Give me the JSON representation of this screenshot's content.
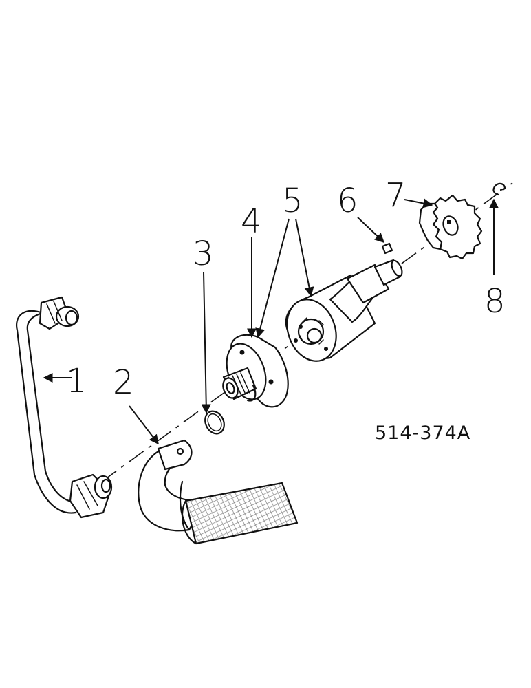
{
  "callouts": {
    "c1": "1",
    "c2": "2",
    "c3": "3",
    "c4": "4",
    "c5": "5",
    "c6": "6",
    "c7": "7",
    "c8": "8"
  },
  "part_number": "514-374A"
}
